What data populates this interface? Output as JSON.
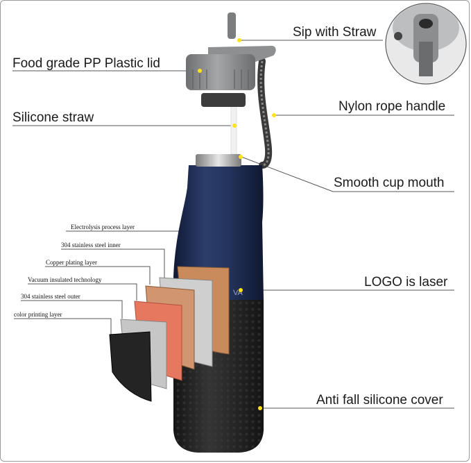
{
  "labels": {
    "sip": "Sip with Straw",
    "lid": "Food grade PP Plastic lid",
    "straw": "Silicone straw",
    "rope": "Nylon rope handle",
    "mouth": "Smooth cup mouth",
    "logo": "LOGO is laser",
    "cover": "Anti fall silicone cover"
  },
  "layers": [
    "Electrolysis process layer",
    "304 stainless steel inner",
    "Copper plating layer",
    "Vacuum insulated technology",
    "304 stainless steel outer",
    "color printing layer"
  ],
  "colors": {
    "bottle": "#1f2d52",
    "lid": "#8e8f91",
    "silicone": "#222222",
    "copper": "#c98b5b",
    "steel": "#c5c5c5",
    "pink": "#e07a5f",
    "marker": "#ffe21a"
  }
}
